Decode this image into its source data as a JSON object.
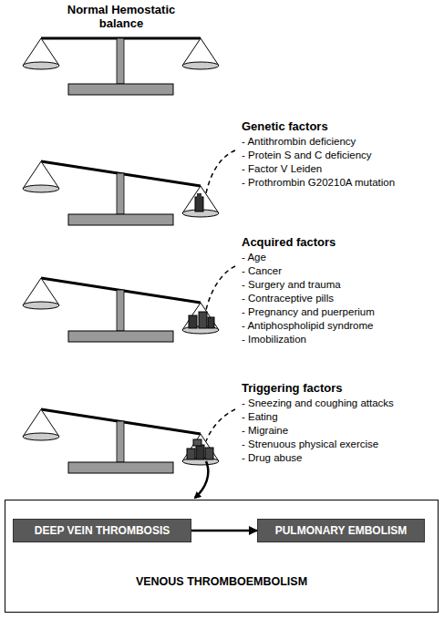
{
  "diagram": {
    "title": "Normal Hemostatic balance",
    "nodes": [
      {
        "text": [
          "VENOUS THROMBOEMBOLISM"
        ]
      },
      {
        "text": [
          "DEEP VEIN THROMBOSIS"
        ],
        "in": 0
      },
      {
        "text": [
          "PULMONARY EMBOLISM"
        ],
        "in": 0
      }
    ],
    "edges": [
      {
        "from": 1,
        "to": 2,
        "arrow": "to"
      }
    ],
    "labels": [
      "Genetic factors",
      "- Antithrombin deficiency",
      "- Protein S and C deficiency",
      "- Factor V Leiden",
      "- Prothrombin G20210A mutation",
      "Acquired factors",
      "- Age",
      "- Cancer",
      "- Surgery and trauma",
      "- Contraceptive pills",
      "- Pregnancy and puerperium",
      "- Antiphospholipid syndrome",
      "- Imobilization",
      "Triggering factors",
      "- Sneezing and coughing attacks",
      "- Eating",
      "- Migraine",
      "- Strenuous physical exercise",
      "- Drug abuse"
    ]
  }
}
